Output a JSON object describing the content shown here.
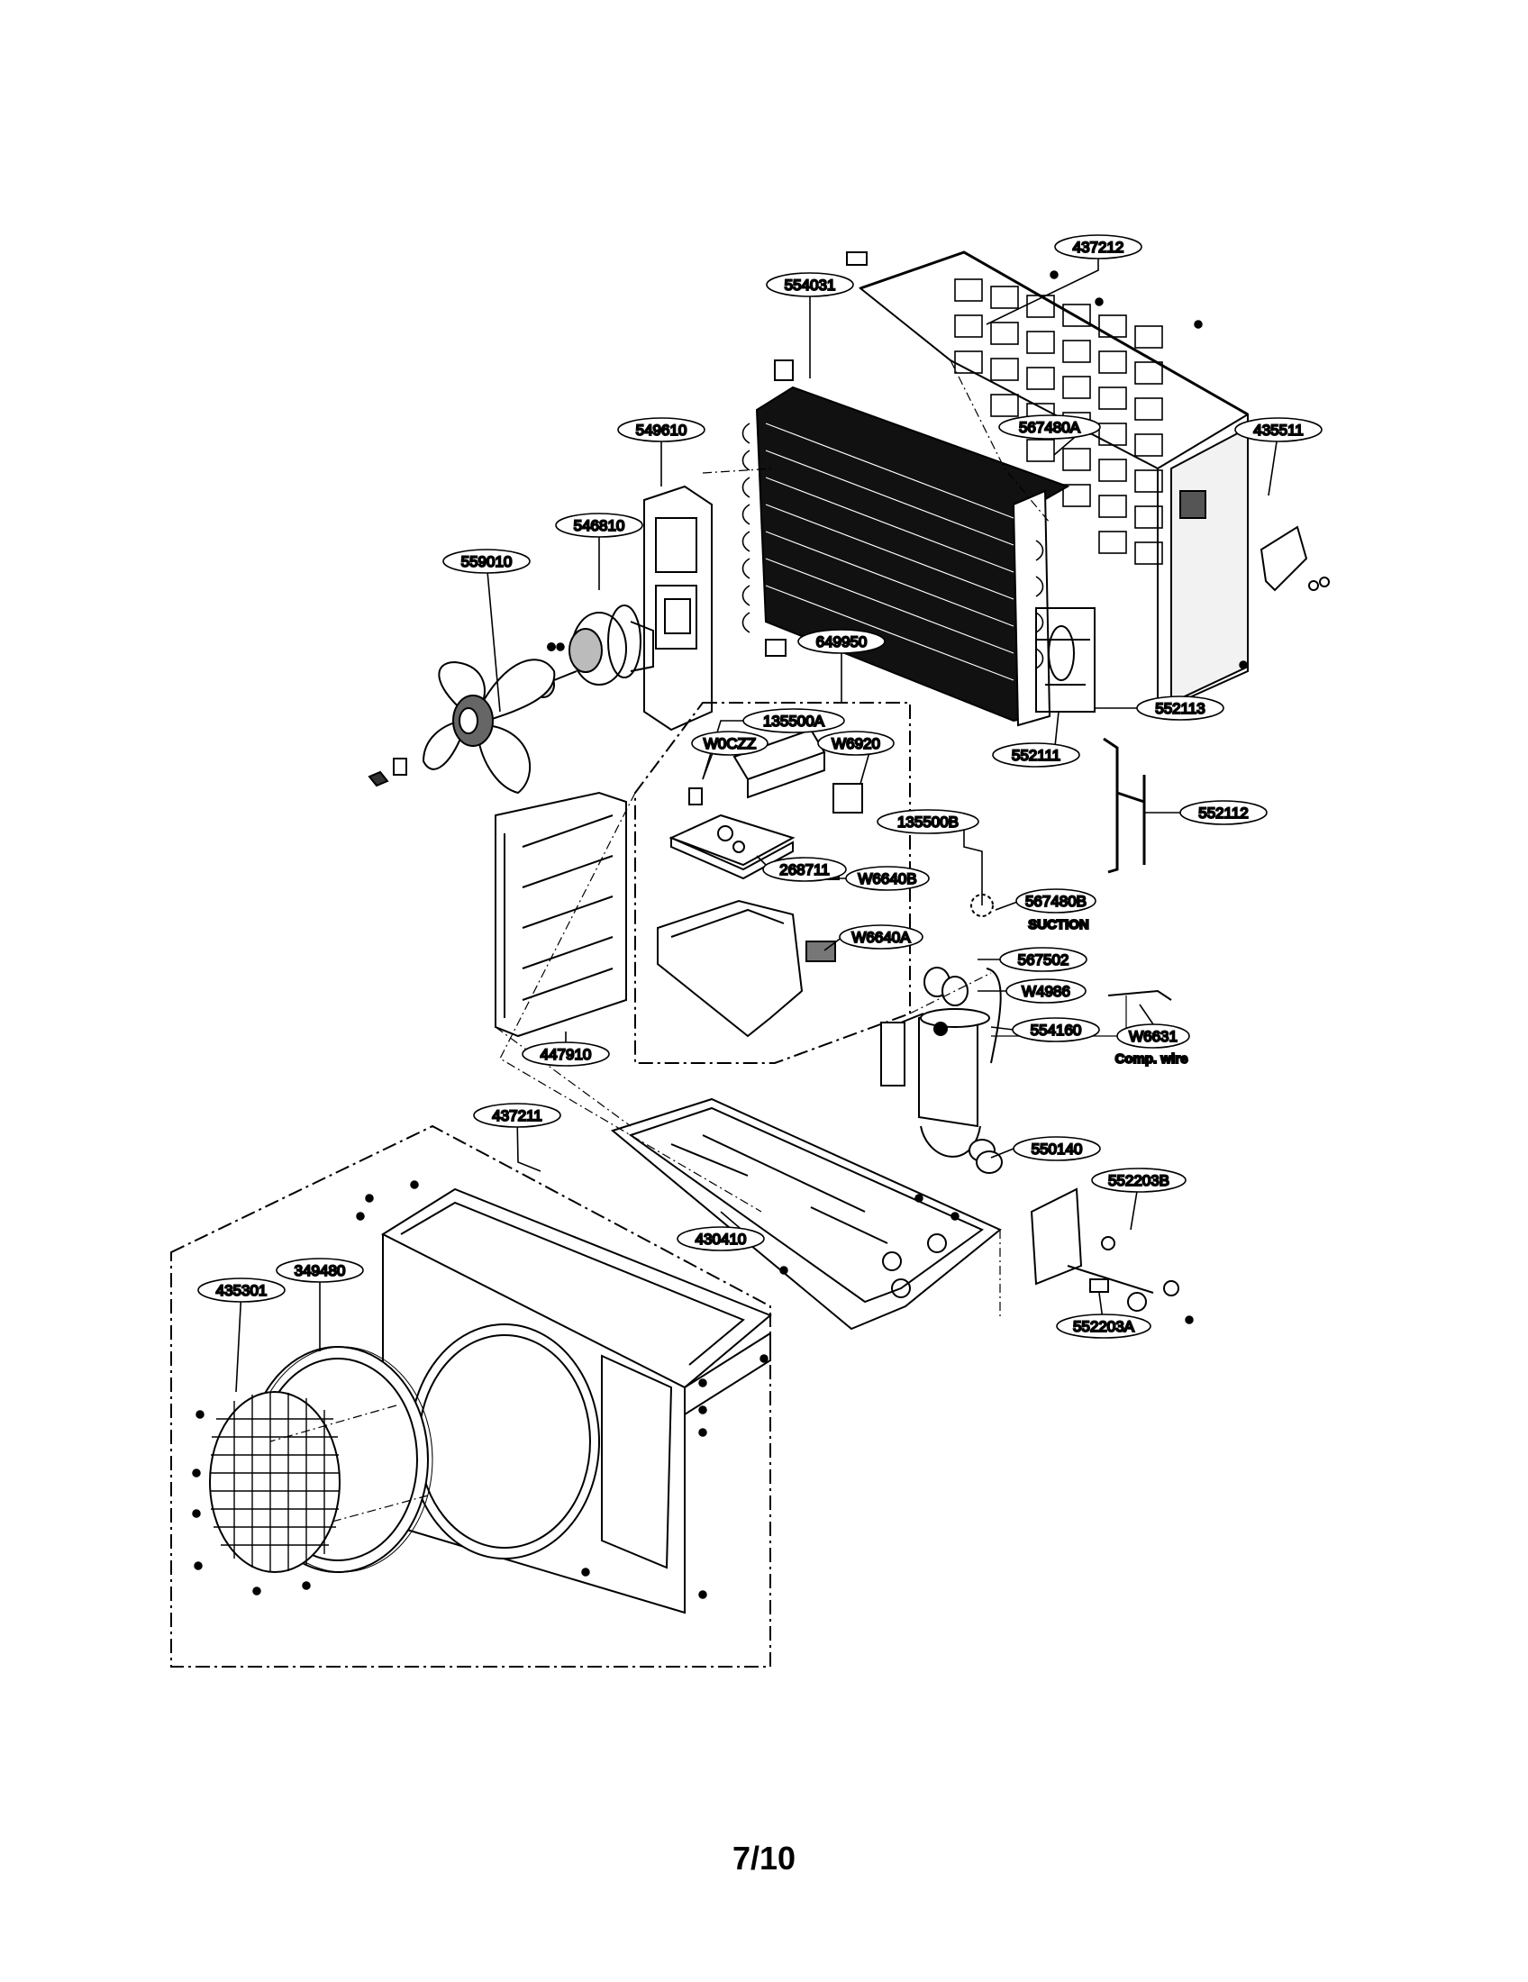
{
  "page": {
    "number": "7/10"
  },
  "notes": {
    "suction": "SUCTION",
    "comp_wire": "Comp. wire"
  },
  "parts": [
    {
      "id": "437212"
    },
    {
      "id": "554031"
    },
    {
      "id": "549610"
    },
    {
      "id": "567480A"
    },
    {
      "id": "435511"
    },
    {
      "id": "546810"
    },
    {
      "id": "559010"
    },
    {
      "id": "649950"
    },
    {
      "id": "552113"
    },
    {
      "id": "135500A"
    },
    {
      "id": "W0CZZ"
    },
    {
      "id": "W6920"
    },
    {
      "id": "552111"
    },
    {
      "id": "552112"
    },
    {
      "id": "135500B"
    },
    {
      "id": "268711"
    },
    {
      "id": "W6640B"
    },
    {
      "id": "567480B"
    },
    {
      "id": "W6640A"
    },
    {
      "id": "567502"
    },
    {
      "id": "W4986"
    },
    {
      "id": "554160"
    },
    {
      "id": "W6631"
    },
    {
      "id": "447910"
    },
    {
      "id": "437211"
    },
    {
      "id": "550140"
    },
    {
      "id": "552203B"
    },
    {
      "id": "430410"
    },
    {
      "id": "349480"
    },
    {
      "id": "435301"
    },
    {
      "id": "552203A"
    }
  ],
  "colors": {
    "ink": "#000000",
    "paper": "#ffffff"
  }
}
